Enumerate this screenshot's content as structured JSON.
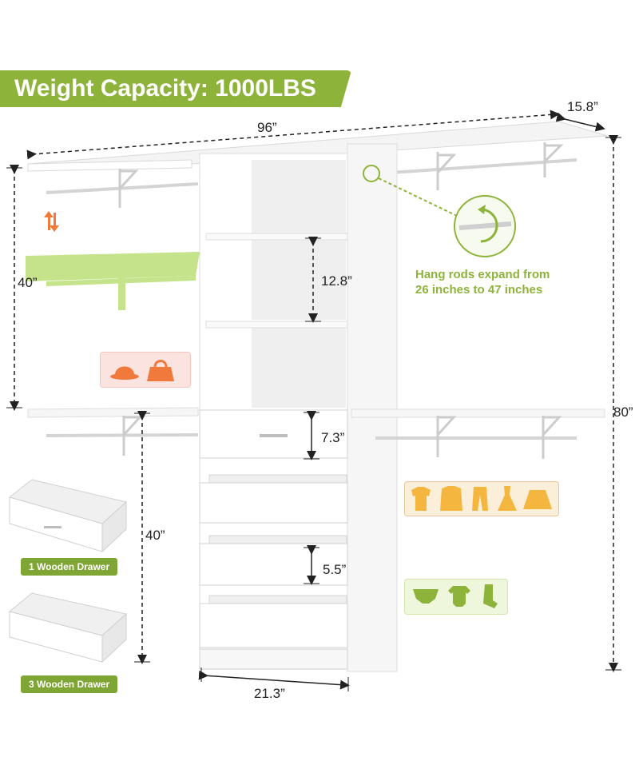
{
  "banner": {
    "text": "Weight Capacity: 1000LBS"
  },
  "dimensions": {
    "width_total": "96”",
    "depth": "15.8”",
    "height_total": "80”",
    "upper_hang_height": "40”",
    "lower_hang_height": "40”",
    "shelf_spacing": "12.8”",
    "top_drawer": "7.3”",
    "drawer_spacing": "5.5”",
    "tower_width": "21.3”"
  },
  "hang_rod_note": {
    "line1": "Hang rods expand from",
    "line2": "26 inches to 47 inches"
  },
  "drawer_labels": {
    "single": "1 Wooden Drawer",
    "triple": "3 Wooden Drawer"
  },
  "icons": {
    "accessories": [
      "hat-icon",
      "handbag-icon"
    ],
    "clothes": [
      "shirt-icon",
      "jacket-icon",
      "pants-icon",
      "dress-icon",
      "skirt-icon"
    ],
    "kids": [
      "underwear-icon",
      "onesie-icon",
      "sock-icon"
    ]
  },
  "colors": {
    "accent_green": "#8db33a",
    "orange": "#f07a3c",
    "light_green_shelf": "#c5e38a",
    "warm_panel": "#fcefd9",
    "pink_panel": "#fbe3e0"
  }
}
